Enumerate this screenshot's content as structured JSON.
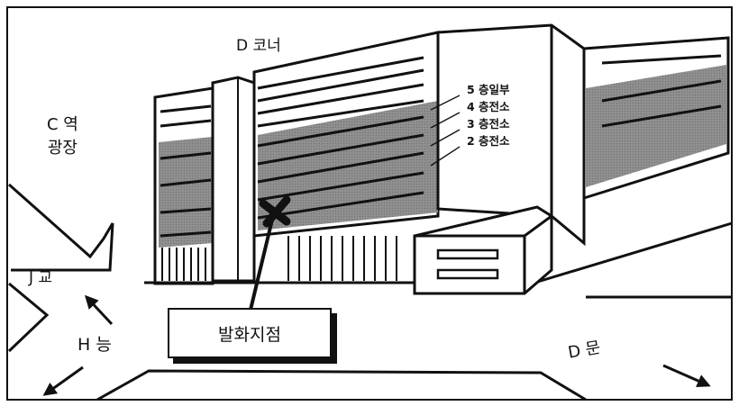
{
  "labels": {
    "corner": "D 코너",
    "station_line1": "C 역",
    "station_line2": "광장",
    "bridge": "J 교",
    "hill": "H 능",
    "gate": "D 문",
    "fire_point": "발화지점"
  },
  "floors": [
    "5 층일부",
    "4 층전소",
    "3 층전소",
    "2 층전소"
  ]
}
